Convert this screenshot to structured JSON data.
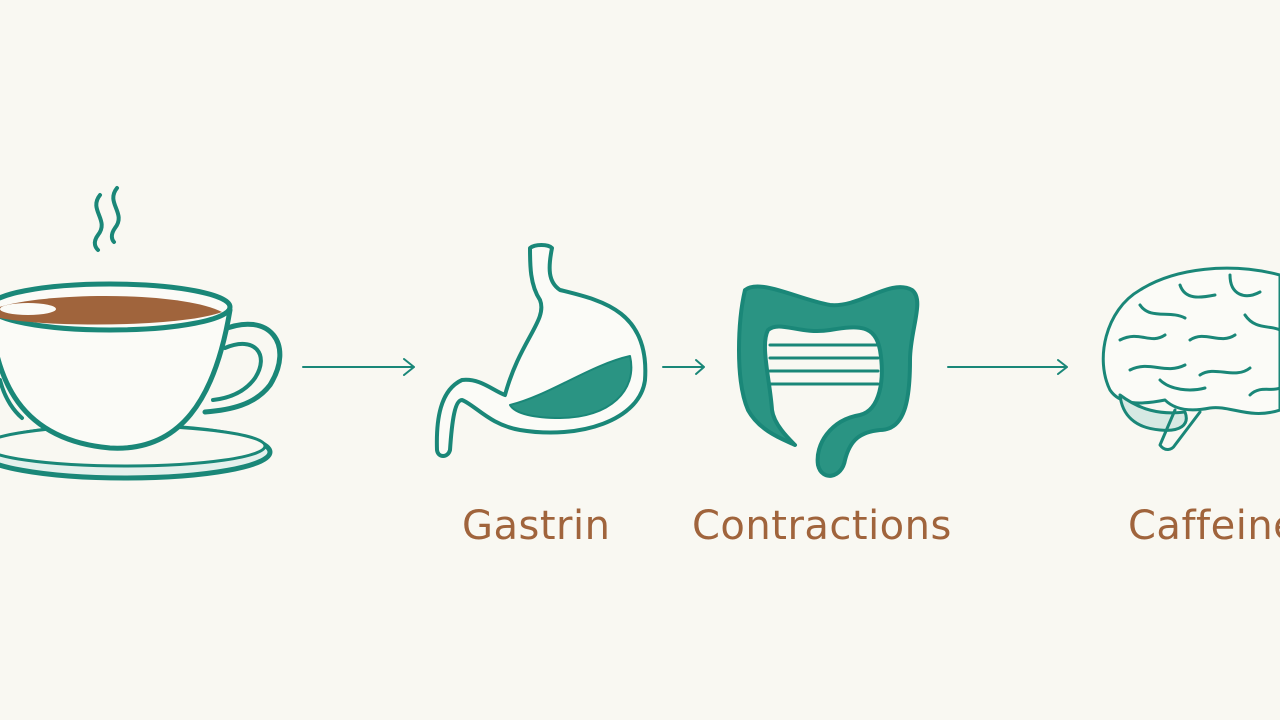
{
  "colors": {
    "background": "#f9f8f2",
    "stroke": "#1a8778",
    "fill": "#2a9483",
    "coffee": "#a0643c",
    "label": "#a0643c"
  },
  "icons": [
    "coffee-cup-icon",
    "stomach-icon",
    "colon-icon",
    "brain-icon"
  ],
  "labels": {
    "gastrin": "Gastrin",
    "contractions": "Contractions",
    "caffeine": "Caffeine"
  }
}
